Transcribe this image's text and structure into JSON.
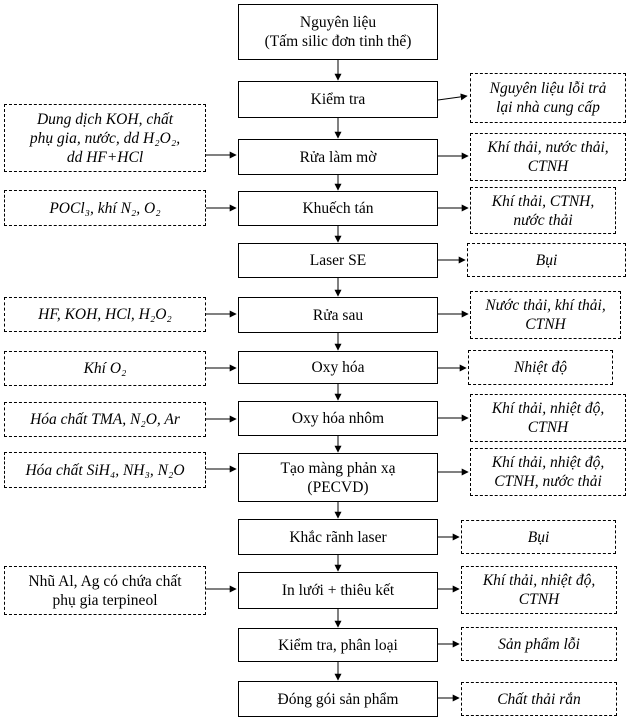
{
  "steps": [
    "Nguyên liệu\n(Tấm silic đơn tinh thể)",
    "Kiểm tra",
    "Rửa làm mờ",
    "Khuếch tán",
    "Laser SE",
    "Rửa sau",
    "Oxy hóa",
    "Oxy hóa nhôm",
    "Tạo màng phản xạ\n(PECVD)",
    "Khắc rãnh laser",
    "In lưới + thiêu kết",
    "Kiểm tra, phân loại",
    "Đóng gói sản phẩm"
  ],
  "inputs": {
    "ruaLamMo": "Dung dịch KOH, chất\nphụ gia, nước, dd H₂O₂,\ndd HF+HCl",
    "khuechTan": "POCl₃,  khí N₂, O₂",
    "ruaSau": "HF,  KOH,  HCl,  H₂O₂",
    "oxyHoa": "Khí O₂",
    "oxyHoaNhom": "Hóa chất TMA, N₂O, Ar",
    "taoMang": "Hóa chất SiH₄, NH₃, N₂O",
    "inLuoi": "Nhũ Al, Ag có chứa chất\nphụ gia terpineol"
  },
  "outputs": {
    "kiemTra": "Nguyên liệu lỗi trả\nlại nhà cung cấp",
    "ruaLamMo": "Khí thải, nước thải,\nCTNH",
    "khuechTan": "Khí thải, CTNH,\nnước thải",
    "laserSE": "Bụi",
    "ruaSau": "Nước thải, khí thải,\nCTNH",
    "oxyHoa": "Nhiệt độ",
    "oxyHoaNhom": "Khí thải, nhiệt độ,\nCTNH",
    "taoMang": "Khí thải, nhiệt độ,\nCTNH,  nước thải",
    "khacRanh": "Bụi",
    "inLuoi": "Khí thải, nhiệt độ,\nCTNH",
    "phanLoai": "Sản phẩm lỗi",
    "dongGoi": "Chất thải rắn"
  }
}
